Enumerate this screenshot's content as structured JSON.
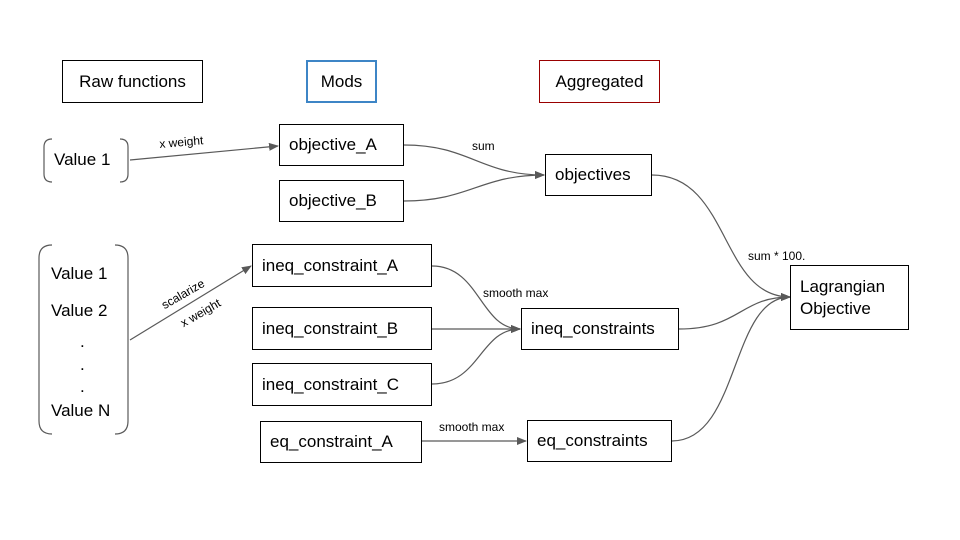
{
  "headers": {
    "raw": "Raw functions",
    "mods": "Mods",
    "aggregated": "Aggregated"
  },
  "raw": {
    "value_single": "Value 1",
    "group": [
      "Value 1",
      "Value 2",
      ".",
      ".",
      ".",
      "Value N"
    ]
  },
  "mods": {
    "objective_a": "objective_A",
    "objective_b": "objective_B",
    "ineq_a": "ineq_constraint_A",
    "ineq_b": "ineq_constraint_B",
    "ineq_c": "ineq_constraint_C",
    "eq_a": "eq_constraint_A"
  },
  "aggregated": {
    "objectives": "objectives",
    "ineq_constraints": "ineq_constraints",
    "eq_constraints": "eq_constraints"
  },
  "final": {
    "lagrangian": "Lagrangian Objective"
  },
  "edge_labels": {
    "x_weight_top": "x weight",
    "sum": "sum",
    "scalarize": "scalarize",
    "x_weight_group": "x weight",
    "smooth_max_ineq": "smooth max",
    "smooth_max_eq": "smooth max",
    "sum_times_100": "sum * 100."
  }
}
